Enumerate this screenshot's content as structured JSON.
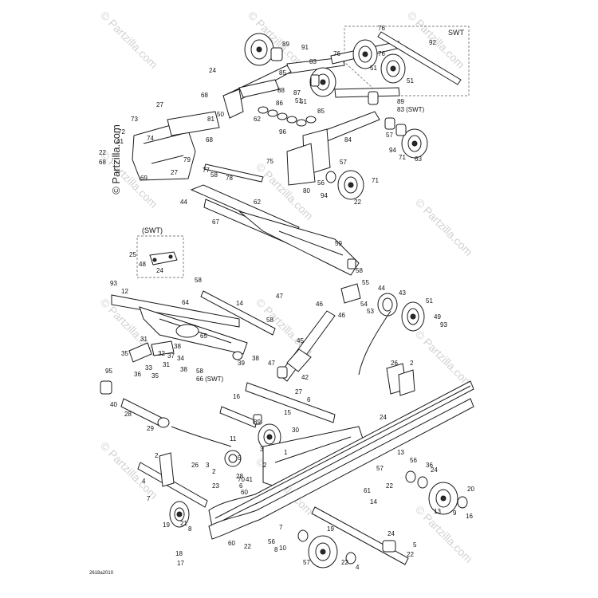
{
  "side_watermark": "© Partzilla.com",
  "watermarks": [
    "© Partzilla.com",
    "© Partzilla.com",
    "© Partzilla.com",
    "© Partzilla.com",
    "© Partzilla.com",
    "© Partzilla.com",
    "© Partzilla.com",
    "© Partzilla.com",
    "© Partzilla.com",
    "© Partzilla.com",
    "© Partzilla.com",
    "© Partzilla.com"
  ],
  "swt_box_top": {
    "title": "SWT",
    "numbers": [
      "76",
      "92",
      "51",
      "51"
    ]
  },
  "swt_box_left": {
    "title": "(SWT)",
    "numbers": [
      "25",
      "48",
      "24"
    ]
  },
  "swt_notes": [
    "89",
    "83 (SWT)",
    "58",
    "66 (SWT)"
  ],
  "drawing_ref": "2618a2010",
  "callouts": [
    "76",
    "89",
    "91",
    "83",
    "76",
    "24",
    "85",
    "88",
    "87",
    "86",
    "51",
    "85",
    "50",
    "62",
    "68",
    "51",
    "96",
    "27",
    "73",
    "81",
    "72",
    "74",
    "68",
    "84",
    "57",
    "94",
    "71",
    "63",
    "22",
    "41",
    "68",
    "79",
    "27",
    "69",
    "77",
    "78",
    "58",
    "75",
    "57",
    "56",
    "80",
    "71",
    "94",
    "22",
    "44",
    "62",
    "67",
    "59",
    "58",
    "55",
    "93",
    "12",
    "58",
    "64",
    "14",
    "47",
    "46",
    "46",
    "54",
    "53",
    "44",
    "43",
    "51",
    "49",
    "93",
    "58",
    "65",
    "45",
    "31",
    "35",
    "32",
    "37",
    "34",
    "36",
    "33",
    "35",
    "31",
    "38",
    "38",
    "39",
    "38",
    "47",
    "42",
    "27",
    "6",
    "95",
    "40",
    "16",
    "15",
    "89",
    "30",
    "28",
    "29",
    "11",
    "1",
    "24",
    "26",
    "2",
    "3",
    "2",
    "6",
    "70",
    "13",
    "57",
    "56",
    "36",
    "24",
    "2",
    "26",
    "23",
    "28",
    "4",
    "41",
    "2",
    "5",
    "3",
    "60",
    "22",
    "61",
    "7",
    "13",
    "20",
    "19",
    "21",
    "8",
    "9",
    "16",
    "7",
    "57",
    "56",
    "10",
    "24",
    "19",
    "18",
    "17",
    "60",
    "22",
    "8",
    "22",
    "4",
    "5",
    "22",
    "14"
  ]
}
